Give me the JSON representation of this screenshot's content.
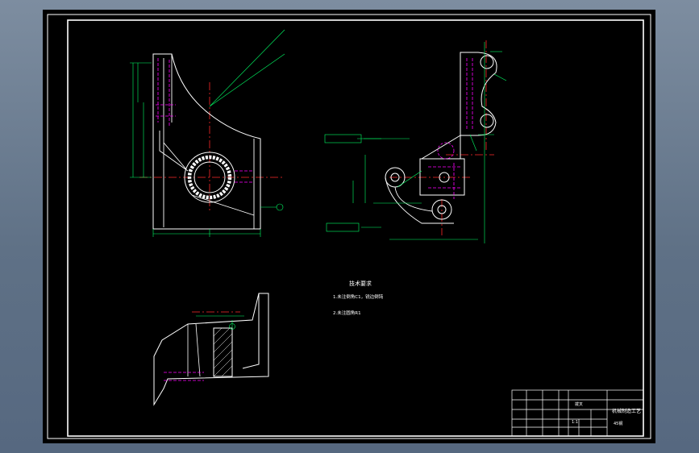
{
  "colors": {
    "background_outer": "#6b7c8e",
    "paper": "#000000",
    "border": "#ffffff",
    "geometry": "#ffffff",
    "dimension": "#00ff66",
    "centerline": "#ff2a2a",
    "hidden": "#ff00ff",
    "section_ring": "#ffffff",
    "title_block": "#ffffff"
  },
  "technical_requirements": {
    "heading": "技术要求",
    "items": [
      "1.未注倒角C1，锐边倒钝",
      "2.未注圆角R1"
    ]
  },
  "title_block": {
    "part_name": "拨叉",
    "drawing_title": "机械制造工艺",
    "scale": "1:1",
    "sheet_code": "45钢"
  }
}
